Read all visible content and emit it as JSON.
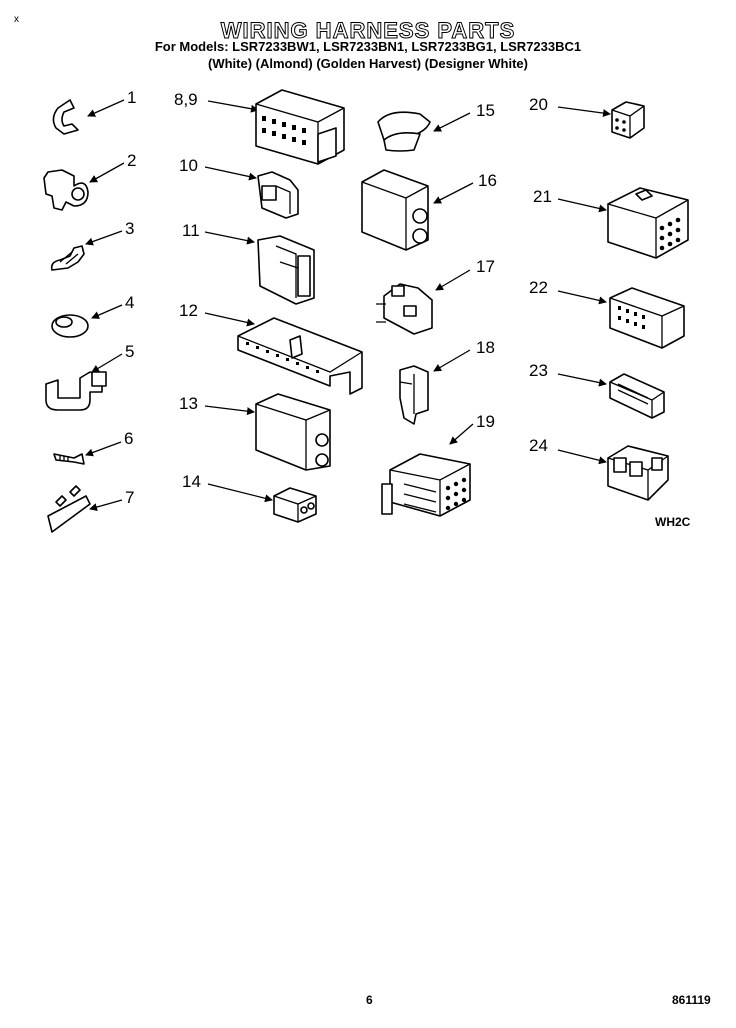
{
  "header": {
    "title": "WIRING HARNESS PARTS",
    "models": "For Models: LSR7233BW1, LSR7233BN1, LSR7233BG1, LSR7233BC1",
    "colors": "(White)      (Almond) (Golden Harvest) (Designer White)",
    "corner_mark": "x"
  },
  "callouts": {
    "p1": "1",
    "p2": "2",
    "p3": "3",
    "p4": "4",
    "p5": "5",
    "p6": "6",
    "p7": "7",
    "p89": "8,9",
    "p10": "10",
    "p11": "11",
    "p12": "12",
    "p13": "13",
    "p14": "14",
    "p15": "15",
    "p16": "16",
    "p17": "17",
    "p18": "18",
    "p19": "19",
    "p20": "20",
    "p21": "21",
    "p22": "22",
    "p23": "23",
    "p24": "24"
  },
  "reference_code": "WH2C",
  "footer": {
    "page": "6",
    "code": "861119"
  }
}
